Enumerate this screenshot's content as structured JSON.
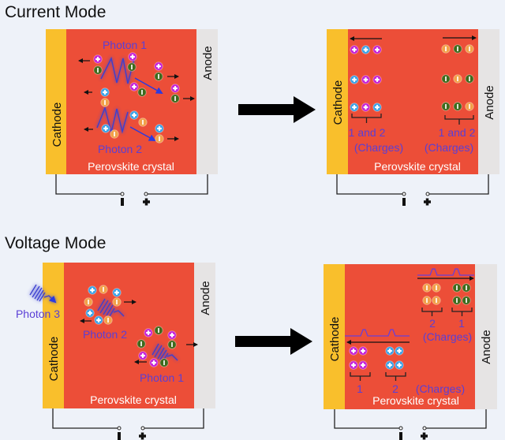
{
  "sections": [
    {
      "title": "Current Mode"
    },
    {
      "title": "Voltage Mode"
    }
  ],
  "labels": {
    "cathode": "Cathode",
    "anode": "Anode",
    "crystal": "Perovskite crystal",
    "minus": "−",
    "plus": "+"
  },
  "colors": {
    "background": "#eef2f9",
    "cathode": "#f9bf2c",
    "crystal": "#ec4e38",
    "anode": "#e6e4e4",
    "photon_text": "#5a3fd6",
    "photon_wave": "#3b3fd0",
    "hole_magenta": "#c51fd6",
    "hole_blue": "#3aa1e6",
    "electron_green": "#3f6a1c",
    "electron_orange": "#f2a048",
    "arrow": "#111111",
    "wire": "#222222"
  },
  "panels": {
    "current_before": {
      "photon_labels": [
        "Photon 1",
        "Photon 2"
      ]
    },
    "current_after": {
      "group_labels": [
        "1 and 2",
        "(Charges)",
        "1 and 2",
        "(Charges)"
      ]
    },
    "voltage_before": {
      "photon_labels": [
        "Photon 3",
        "Photon 2",
        "Photon 1"
      ]
    },
    "voltage_after": {
      "group_labels": [
        "2",
        "1",
        "(Charges)",
        "1",
        "2",
        "(Charges)"
      ]
    }
  },
  "transition_arrows": [
    "current-mode-arrow",
    "voltage-mode-arrow"
  ]
}
